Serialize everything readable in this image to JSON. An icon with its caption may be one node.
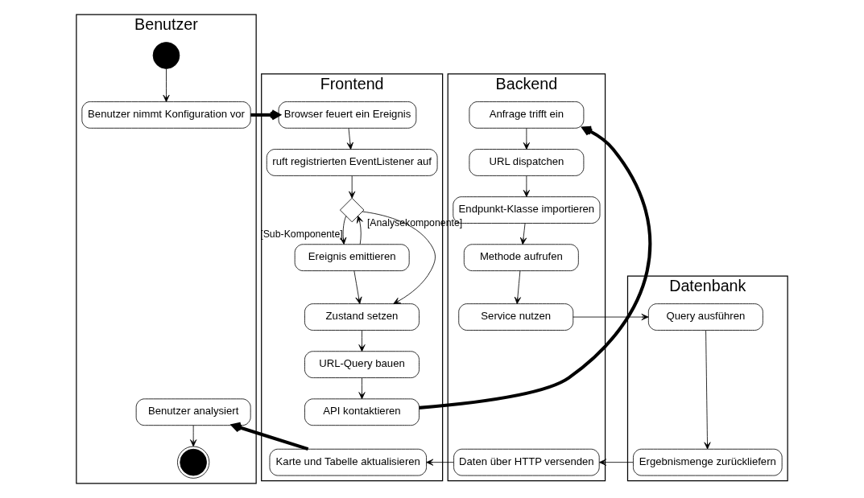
{
  "diagram": {
    "nodes": [
      {
        "text": [
          "Benutzer"
        ]
      },
      {
        "text": [
          "Frontend"
        ]
      },
      {
        "text": [
          "Backend"
        ]
      },
      {
        "text": [
          "Datenbank"
        ]
      },
      {
        "text": [],
        "shape": "circle",
        "in": 0
      },
      {
        "text": [
          "Benutzer nimmt Konfiguration vor"
        ],
        "in": 0
      },
      {
        "text": [
          "Benutzer analysiert"
        ],
        "in": 0
      },
      {
        "text": [],
        "shape": "circle",
        "in": 0
      },
      {
        "text": [
          "Browser feuert ein Ereignis"
        ],
        "in": 1
      },
      {
        "text": [
          "ruft registrierten EventListener auf"
        ],
        "in": 1
      },
      {
        "text": [],
        "shape": "diamond",
        "in": 1
      },
      {
        "text": [
          "Ereignis emittieren"
        ],
        "in": 1
      },
      {
        "text": [
          "Zustand setzen"
        ],
        "in": 1
      },
      {
        "text": [
          "URL-Query bauen"
        ],
        "in": 1
      },
      {
        "text": [
          "API kontaktieren"
        ],
        "in": 1
      },
      {
        "text": [
          "Karte und Tabelle aktualisieren"
        ],
        "in": 1
      },
      {
        "text": [
          "Anfrage trifft ein"
        ],
        "in": 2
      },
      {
        "text": [
          "URL dispatchen"
        ],
        "in": 2
      },
      {
        "text": [
          "Endpunkt-Klasse importieren"
        ],
        "in": 2
      },
      {
        "text": [
          "Methode aufrufen"
        ],
        "in": 2
      },
      {
        "text": [
          "Service nutzen"
        ],
        "in": 2
      },
      {
        "text": [
          "Daten über HTTP versenden"
        ],
        "in": 2
      },
      {
        "text": [
          "Query ausführen"
        ],
        "in": 3
      },
      {
        "text": [
          "Ergebnismenge zurückliefern"
        ],
        "in": 3
      }
    ],
    "edges": [
      {
        "from": 4,
        "to": 5,
        "arrow": "to"
      },
      {
        "from": 5,
        "to": 8,
        "arrow": "to",
        "style": "thick"
      },
      {
        "from": 8,
        "to": 9,
        "arrow": "to"
      },
      {
        "from": 9,
        "to": 10,
        "arrow": "to"
      },
      {
        "from": 10,
        "to": 12,
        "arrow": "to",
        "label": "[Analysekomponente]"
      },
      {
        "from": 10,
        "to": 11,
        "arrow": "to",
        "label": "[Sub-Komponente]"
      },
      {
        "from": 11,
        "to": 10,
        "arrow": "to"
      },
      {
        "from": 11,
        "to": 12,
        "arrow": "to"
      },
      {
        "from": 12,
        "to": 13,
        "arrow": "to"
      },
      {
        "from": 13,
        "to": 14,
        "arrow": "to"
      },
      {
        "from": 14,
        "to": 16,
        "arrow": "to",
        "style": "thick"
      },
      {
        "from": 16,
        "to": 17,
        "arrow": "to"
      },
      {
        "from": 17,
        "to": 18,
        "arrow": "to"
      },
      {
        "from": 18,
        "to": 19,
        "arrow": "to"
      },
      {
        "from": 19,
        "to": 20,
        "arrow": "to"
      },
      {
        "from": 20,
        "to": 22,
        "arrow": "to"
      },
      {
        "from": 22,
        "to": 23,
        "arrow": "to"
      },
      {
        "from": 23,
        "to": 21,
        "arrow": "to"
      },
      {
        "from": 21,
        "to": 15,
        "arrow": "to"
      },
      {
        "from": 15,
        "to": 6,
        "arrow": "to",
        "style": "thick"
      },
      {
        "from": 6,
        "to": 7,
        "arrow": "to"
      }
    ]
  }
}
